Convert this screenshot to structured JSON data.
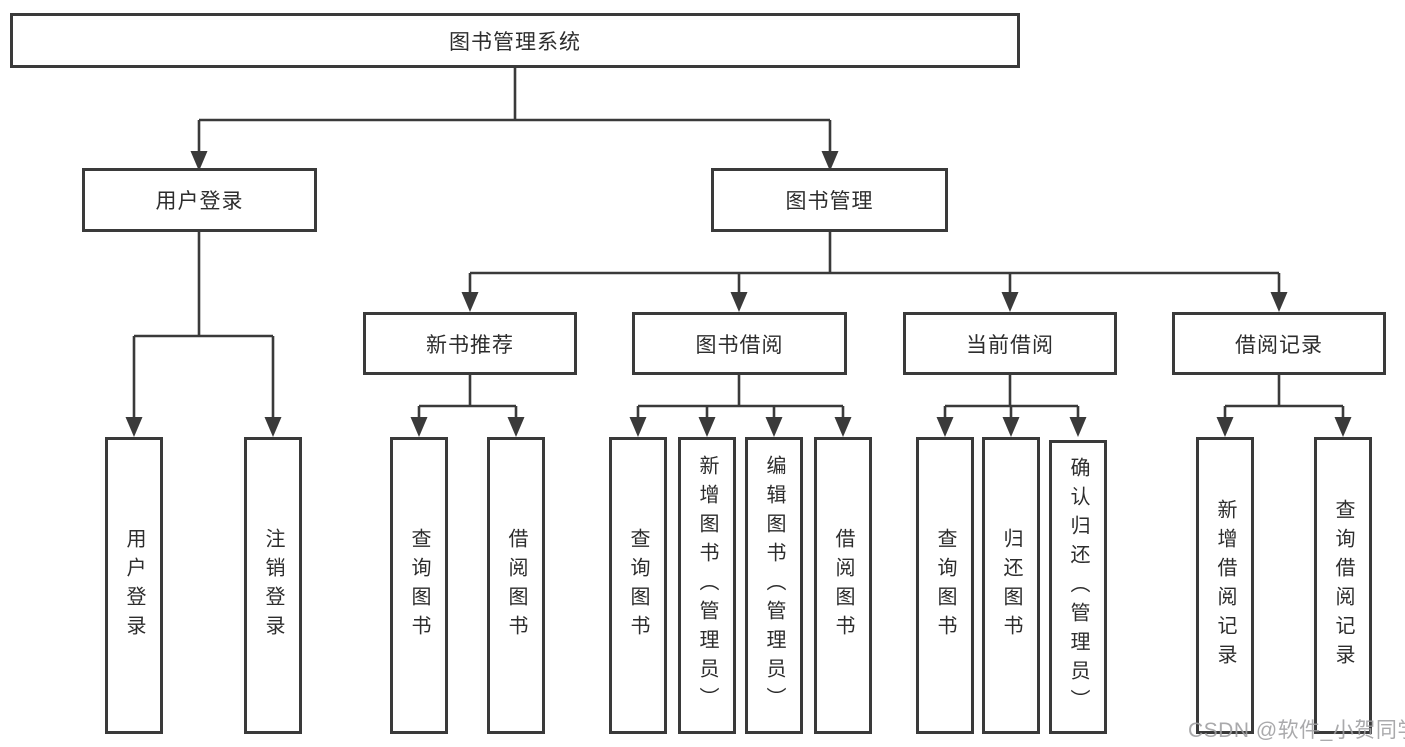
{
  "colors": {
    "line": "#3a3a3a",
    "box_border": "#3a3a3a",
    "text": "#2d2d2d",
    "watermark": "#9e9ea0",
    "background": "#ffffff"
  },
  "nodes": {
    "root": "图书管理系统",
    "userLogin": "用户登录",
    "bookMgmt": "图书管理",
    "newBookRec": "新书推荐",
    "bookBorrow": "图书借阅",
    "currentBorrow": "当前借阅",
    "borrowRecord": "借阅记录",
    "leafUserLogin": "用户登录",
    "leafLogout": "注销登录",
    "leafQueryBookA": "查询图书",
    "leafBorrowBookA": "借阅图书",
    "leafQueryBookB": "查询图书",
    "leafAddBook": "新增图书（管理员）",
    "leafEditBook": "编辑图书（管理员）",
    "leafBorrowBookB": "借阅图书",
    "leafQueryBookC": "查询图书",
    "leafReturnBook": "归还图书",
    "leafConfirmReturn": "确认归还（管理员）",
    "leafAddRecord": "新增借阅记录",
    "leafQueryRecord": "查询借阅记录"
  },
  "watermark": "CSDN @软件_小贺同学"
}
